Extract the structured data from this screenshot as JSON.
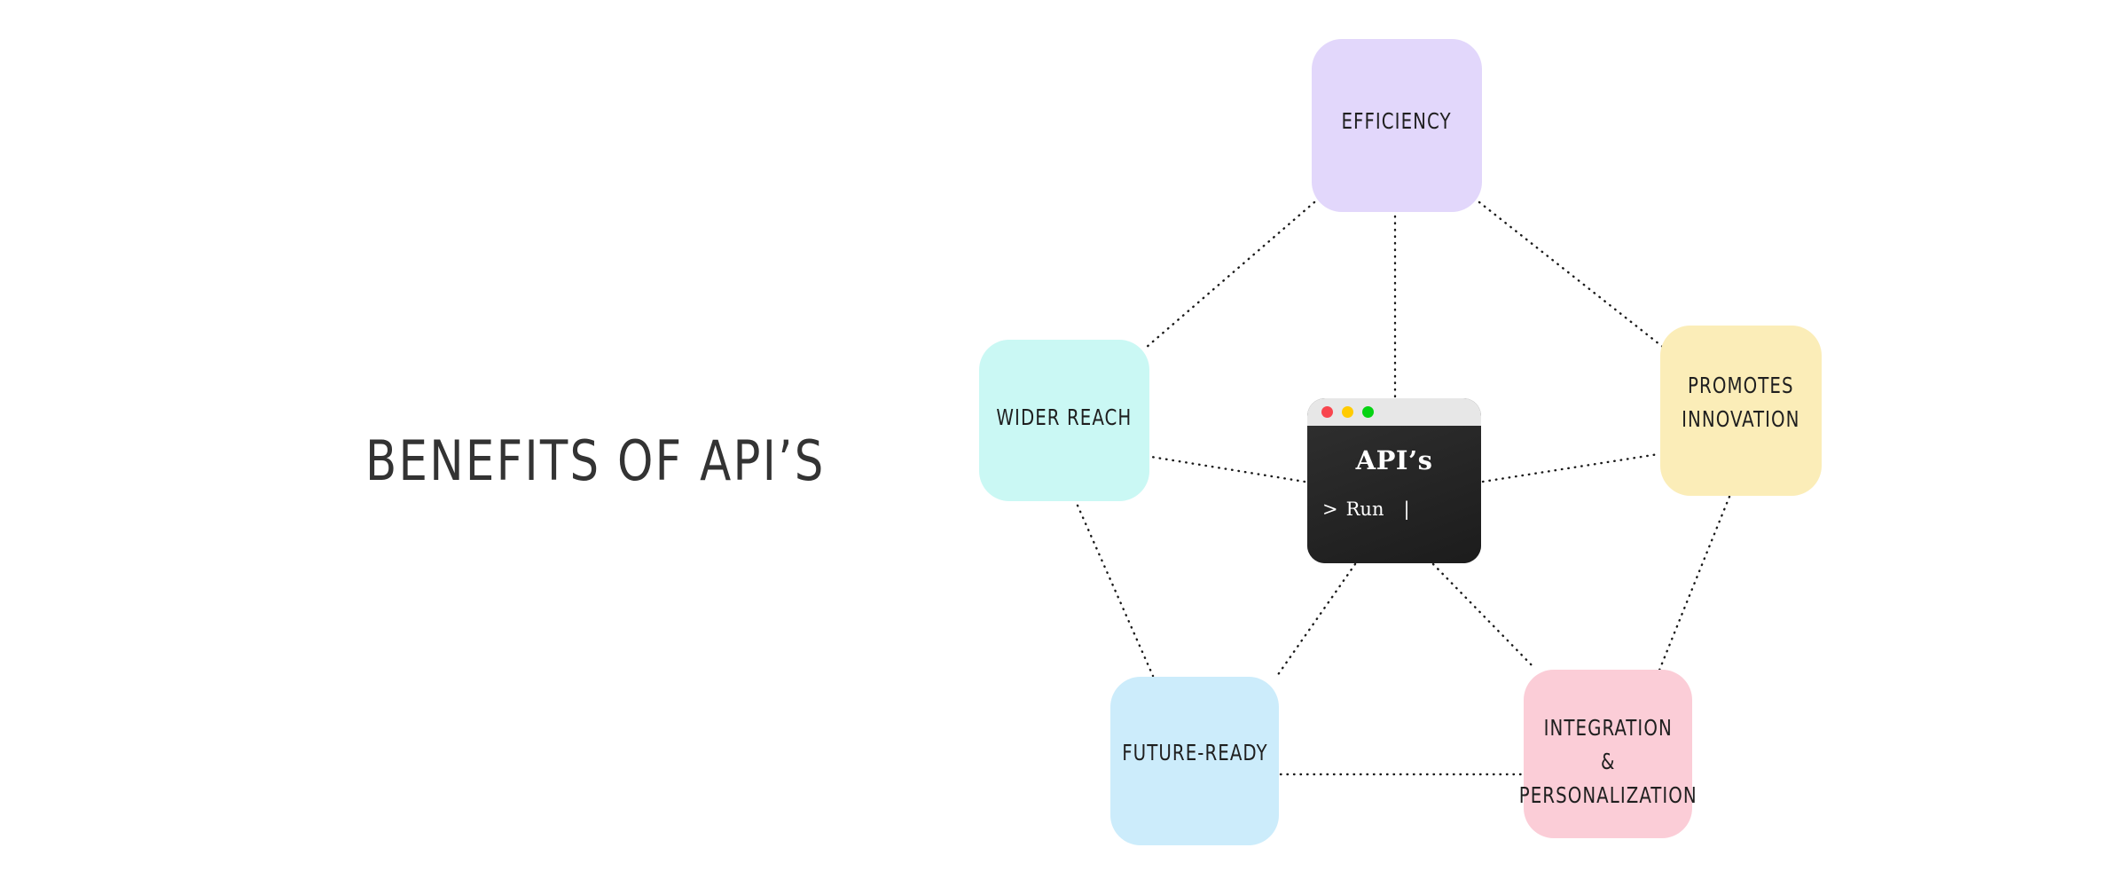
{
  "page": {
    "title": "BENEFITS OF API’S",
    "background_color": "#FFFFFF"
  },
  "center": {
    "name": "api-terminal",
    "heading": "API’s",
    "prompt_symbol": ">",
    "prompt_command": "Run",
    "cursor": "|",
    "titlebar_color": "#E7E7E7",
    "body_color": "#2B2B2B",
    "dots": [
      {
        "name": "close-dot",
        "color": "#F8454E"
      },
      {
        "name": "minimize-dot",
        "color": "#FFCB00"
      },
      {
        "name": "maximize-dot",
        "color": "#06D313"
      }
    ]
  },
  "nodes": [
    {
      "id": "efficiency",
      "label": "EFFICIENCY",
      "color": "#E2D7FB",
      "position": "top"
    },
    {
      "id": "promotes-innovation",
      "label": "PROMOTES\nINNOVATION",
      "color": "#FBEDB8",
      "position": "right"
    },
    {
      "id": "integration-personalization",
      "label": "INTEGRATION\n&\nPERSONALIZATION",
      "color": "#FBCDD7",
      "position": "bottom-right"
    },
    {
      "id": "future-ready",
      "label": "FUTURE-READY",
      "color": "#CCECFB",
      "position": "bottom-left"
    },
    {
      "id": "wider-reach",
      "label": "WIDER REACH",
      "color": "#CAF8F4",
      "position": "left"
    }
  ],
  "connectors": {
    "style": "dotted",
    "color": "#1A1A1A",
    "edges": [
      "efficiency-wider-reach",
      "efficiency-promotes-innovation",
      "wider-reach-future-ready",
      "promotes-innovation-integration",
      "future-ready-integration",
      "center-efficiency",
      "center-wider-reach",
      "center-promotes-innovation",
      "center-future-ready",
      "center-integration"
    ]
  }
}
